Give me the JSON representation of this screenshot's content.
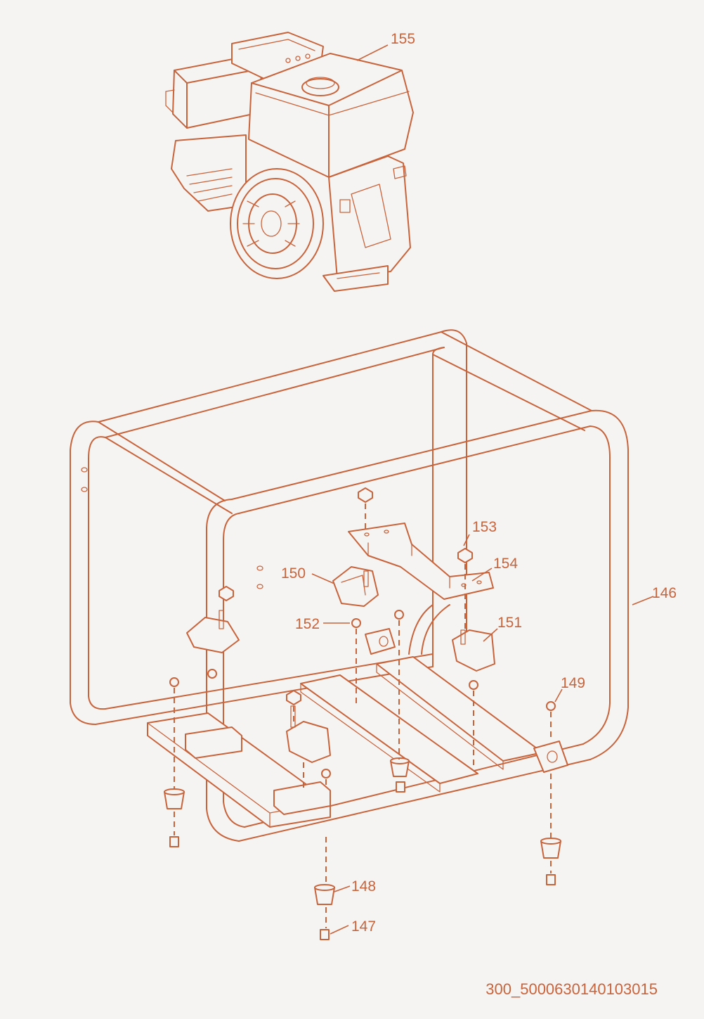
{
  "diagram": {
    "drawing_code": "300_5000630140103015",
    "color": "#c8643c",
    "background": "#f6f4f2",
    "callouts": [
      {
        "id": "155",
        "label": "155",
        "part": "engine"
      },
      {
        "id": "146",
        "label": "146",
        "part": "frame"
      },
      {
        "id": "153",
        "label": "153",
        "part": "nut"
      },
      {
        "id": "154",
        "label": "154",
        "part": "bracket"
      },
      {
        "id": "150",
        "label": "150",
        "part": "vibration-mount"
      },
      {
        "id": "152",
        "label": "152",
        "part": "washer"
      },
      {
        "id": "151",
        "label": "151",
        "part": "vibration-mount"
      },
      {
        "id": "149",
        "label": "149",
        "part": "nut"
      },
      {
        "id": "148",
        "label": "148",
        "part": "rubber-foot"
      },
      {
        "id": "147",
        "label": "147",
        "part": "bolt"
      }
    ]
  }
}
